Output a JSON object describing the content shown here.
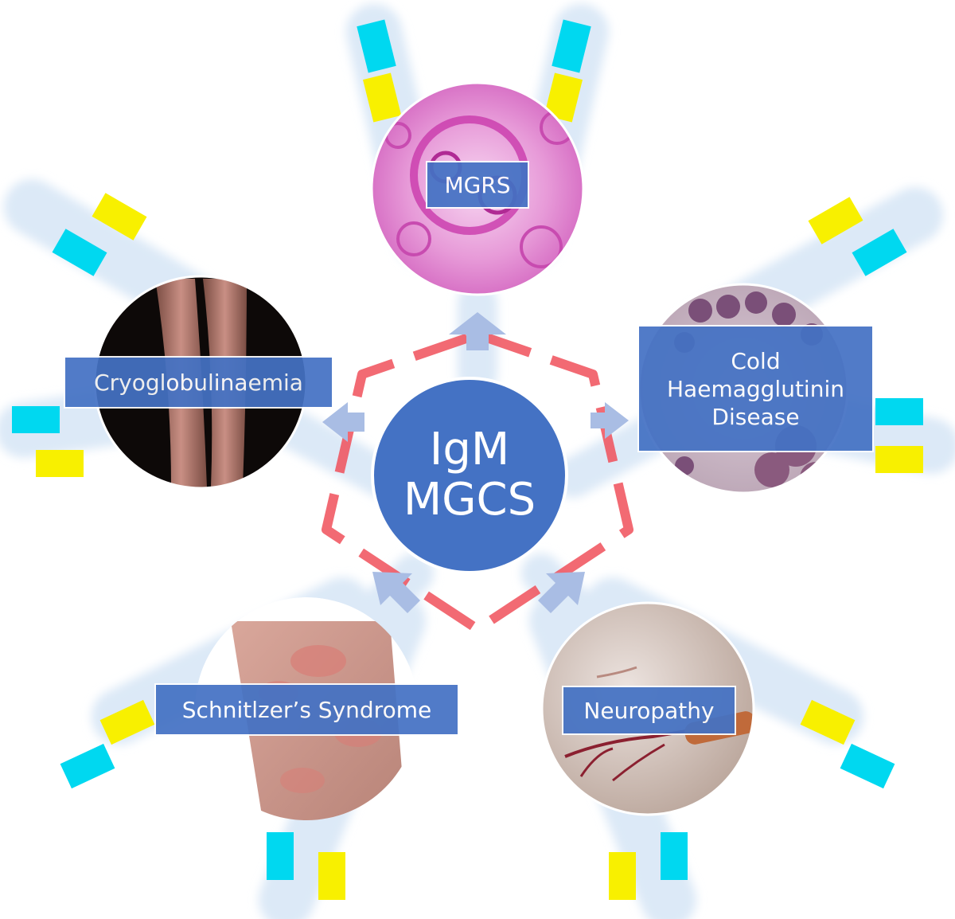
{
  "center": {
    "line1": "IgM",
    "line2": "MGCS"
  },
  "nodes": [
    {
      "id": "mgrs",
      "label": "MGRS",
      "image": "kidney-glomerulus-histology"
    },
    {
      "id": "cold",
      "label": "Cold\nHaemagglutinin\nDisease",
      "image": "red-cell-agglutination-smear"
    },
    {
      "id": "neuro",
      "label": "Neuropathy",
      "image": "nerve-fibre-micrograph"
    },
    {
      "id": "schnitzler",
      "label": "Schnitlzer’s Syndrome",
      "image": "urticarial-rash-skin"
    },
    {
      "id": "cryo",
      "label": "Cryoglobulinaemia",
      "image": "purpuric-legs-skin"
    }
  ],
  "colors": {
    "node_fill": "#4472c4",
    "arrow": "#a9bde4",
    "pentagon": "#f0505a",
    "antibody_glow": "#dce9f7",
    "antibody_cyan": "#00d8f0",
    "antibody_yellow": "#f8f000"
  }
}
